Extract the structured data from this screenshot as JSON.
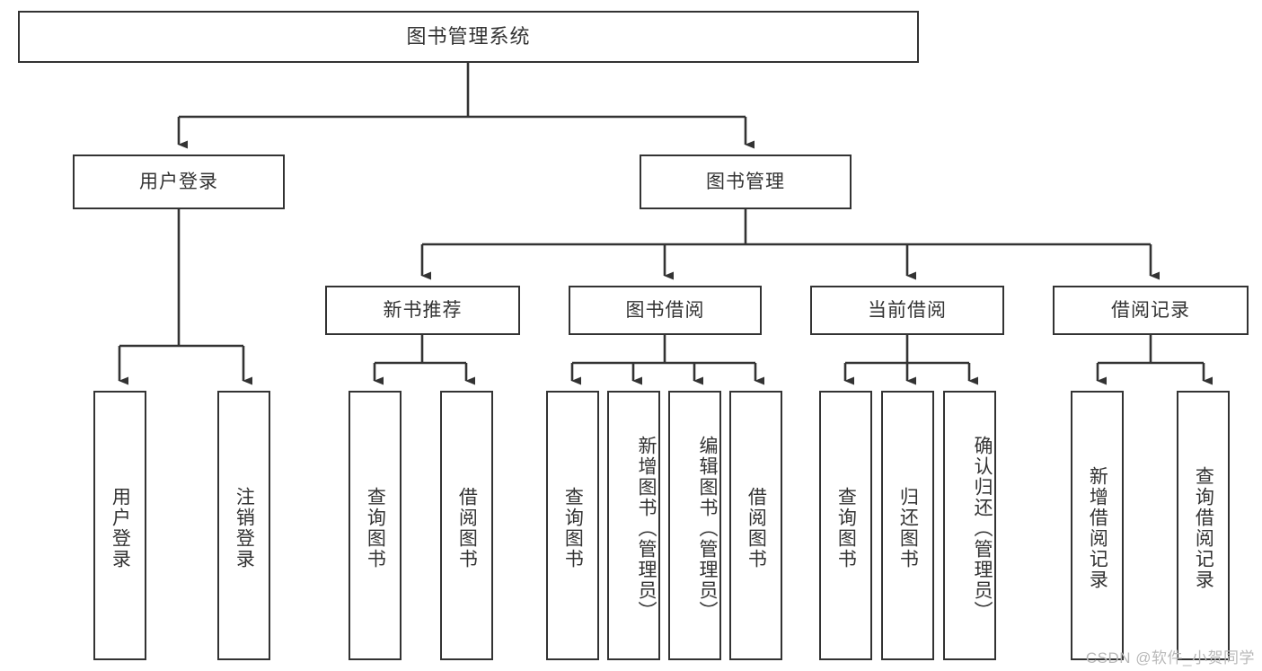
{
  "diagram": {
    "title": "图书管理系统",
    "watermark": "CSDN @软件_小贺同学",
    "line_color": "#333333",
    "box_fill": "#ffffff",
    "text_color": "#333333",
    "watermark_color": "#b9b9b9"
  },
  "root": {
    "label": "图书管理系统"
  },
  "level1": [
    {
      "label": "用户登录"
    },
    {
      "label": "图书管理"
    }
  ],
  "level2": [
    {
      "label": "新书推荐"
    },
    {
      "label": "图书借阅"
    },
    {
      "label": "当前借阅"
    },
    {
      "label": "借阅记录"
    }
  ],
  "leaves": {
    "user_login": [
      {
        "label": "用户登录"
      },
      {
        "label": "注销登录"
      }
    ],
    "new_book": [
      {
        "label": "查询图书"
      },
      {
        "label": "借阅图书"
      }
    ],
    "book_borrow": [
      {
        "label": "查询图书"
      },
      {
        "label": "新增图书（管理员）"
      },
      {
        "label": "编辑图书（管理员）"
      },
      {
        "label": "借阅图书"
      }
    ],
    "current_borrow": [
      {
        "label": "查询图书"
      },
      {
        "label": "归还图书"
      },
      {
        "label": "确认归还（管理员）"
      }
    ],
    "borrow_record": [
      {
        "label": "新增借阅记录"
      },
      {
        "label": "查询借阅记录"
      }
    ]
  }
}
